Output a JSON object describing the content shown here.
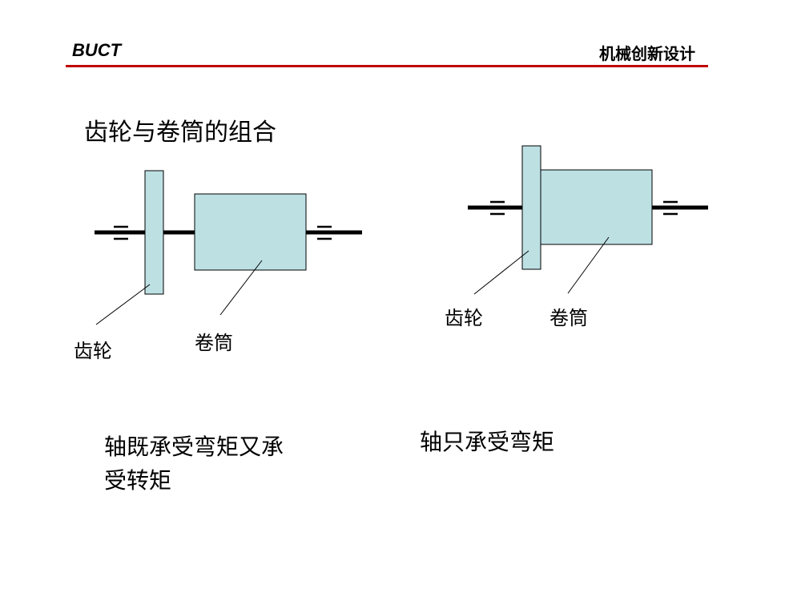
{
  "header": {
    "left": "BUCT",
    "right": "机械创新设计",
    "rule_color": "#c00000"
  },
  "title": "齿轮与卷筒的组合",
  "colors": {
    "part_fill": "#bde0e3",
    "outline": "#000000",
    "shaft": "#000000"
  },
  "diagram_left": {
    "gear_label": "齿轮",
    "drum_label": "卷筒",
    "caption_line1": "轴既承受弯矩又承",
    "caption_line2": "受转矩"
  },
  "diagram_right": {
    "gear_label": "齿轮",
    "drum_label": "卷筒",
    "caption": "轴只承受弯矩"
  }
}
